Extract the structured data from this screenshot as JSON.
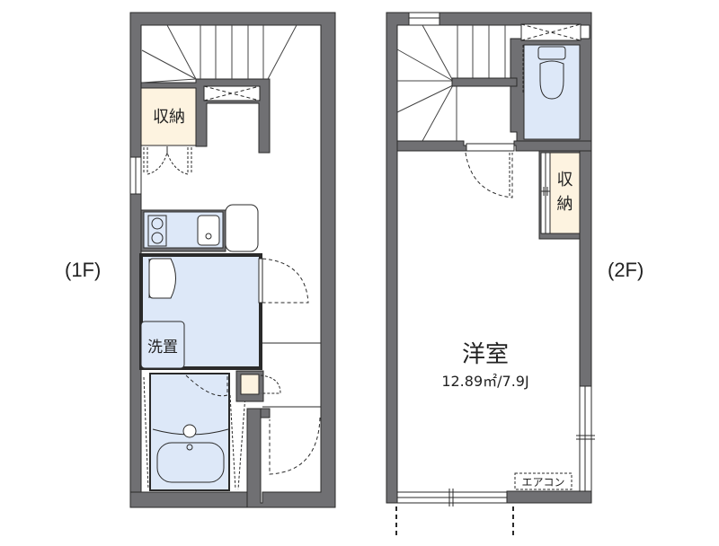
{
  "plan": {
    "floors": [
      {
        "id": "1F",
        "label": "(1F)",
        "rooms": [
          {
            "id": "storage-1f",
            "label": "収納",
            "fill": "#fdf3e0"
          },
          {
            "id": "kitchen",
            "label": "",
            "fill": "#dde8f8"
          },
          {
            "id": "washroom",
            "label": "洗置",
            "fill": "#dde8f8"
          },
          {
            "id": "bathroom",
            "label": "",
            "fill": "#dde8f8"
          },
          {
            "id": "meter-box",
            "label": "",
            "fill": "#fdf3e0"
          }
        ]
      },
      {
        "id": "2F",
        "label": "(2F)",
        "rooms": [
          {
            "id": "western-room",
            "label": "洋室",
            "area": "12.89㎡/7.9J"
          },
          {
            "id": "storage-2f",
            "label_top": "収",
            "label_bottom": "納",
            "fill": "#fdf3e0"
          },
          {
            "id": "toilet",
            "label": "",
            "fill": "#dde8f8"
          },
          {
            "id": "aircon",
            "label": "エアコン"
          }
        ]
      }
    ],
    "colors": {
      "wall": "#707073",
      "wall_outline": "#2a2a2a",
      "wet_area": "#dde8f8",
      "storage": "#fdf3e0",
      "background": "#ffffff"
    }
  }
}
